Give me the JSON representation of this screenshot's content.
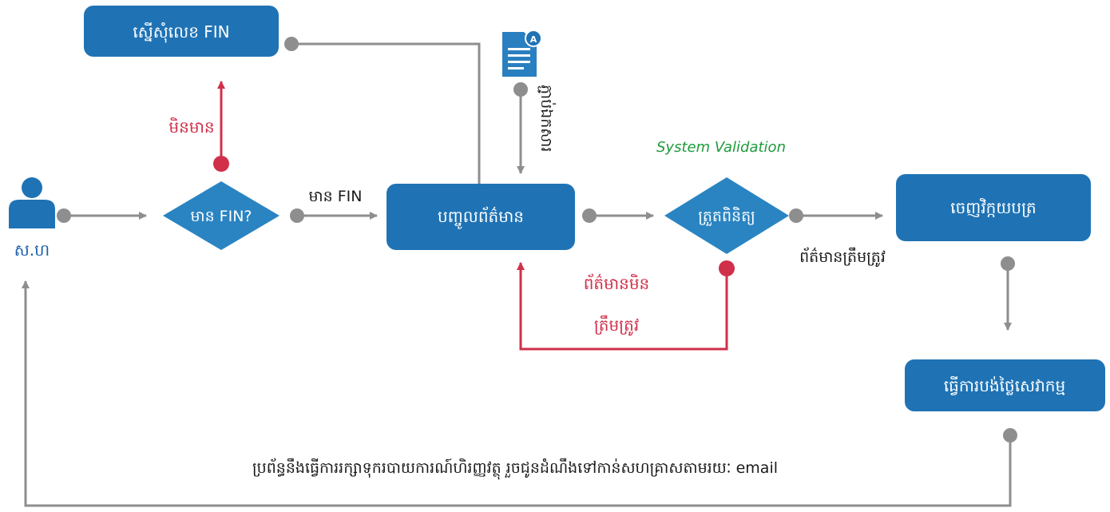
{
  "nodes": {
    "request_fin": "ស្នើសុំលេខ FIN",
    "has_fin": "មាន FIN?",
    "enter_info": "បញ្ចូលព័ត៌មាន",
    "check": "ត្រួតពិនិត្យ",
    "issue_invoice": "ចេញវិក្កយបត្រ",
    "pay_fee": "ធ្វើការបង់ថ្លៃសេវាកម្ម"
  },
  "actor": {
    "label": "ស.ហ",
    "icon": "person-icon"
  },
  "document": {
    "icon": "document-icon",
    "label": "ភ្ជាប់ឯកសារ"
  },
  "edges": {
    "no": "មិនមាន",
    "yes_fin": "មាន FIN",
    "invalid_line1": "ព័ត៌មានមិន",
    "invalid_line2": "ត្រឹមត្រូវ",
    "valid": "ព័ត៌មានត្រឹមត្រូវ",
    "system_validation": "System Validation",
    "bottom_note": "ប្រព័ន្ធនឹងធ្វើការរក្សាទុករបាយការណ៍ហិរញ្ញវត្ថុ រួចជូនដំណឹងទៅកាន់សហគ្រាសតាមរយៈ email"
  },
  "colors": {
    "box": "#1f73b5",
    "diamond": "#2a84c2",
    "connector": "#8e8e8e",
    "error": "#d0304a",
    "validation": "#1e9a3c"
  }
}
